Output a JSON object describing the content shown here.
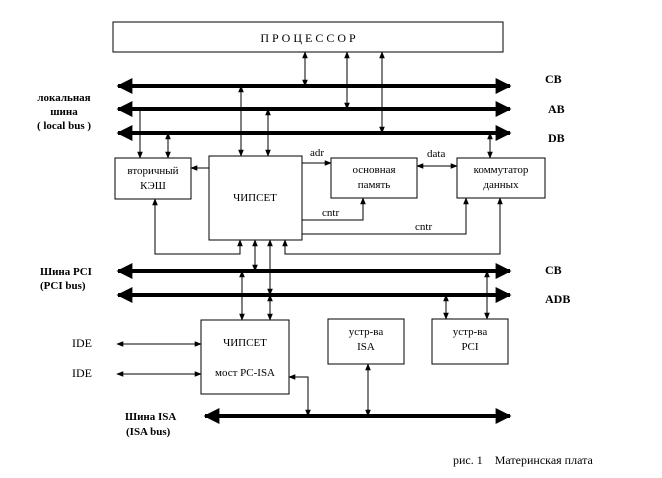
{
  "processor": "П Р О Ц Е С С О Р",
  "local_bus_label": [
    "локальная",
    "шина",
    "( local bus )"
  ],
  "bus_cb_top": "CB",
  "bus_ab": "AB",
  "bus_db": "DB",
  "cache": [
    "вторичный",
    "КЭШ"
  ],
  "chipset_top": "ЧИПСЕТ",
  "memory": [
    "основная",
    "память"
  ],
  "switch": [
    "коммутатор",
    "данных"
  ],
  "adr": "adr",
  "data": "data",
  "cntr_1": "cntr",
  "cntr_2": "cntr",
  "pci_label": [
    "Шина PCI",
    "(PCI bus)"
  ],
  "bus_cb_pci": "CB",
  "bus_adb": "ADB",
  "ide_1": "IDE",
  "ide_2": "IDE",
  "chipset_bottom": "ЧИПСЕТ",
  "bridge": "мост PC-ISA",
  "isa_device": [
    "устр-ва",
    "ISA"
  ],
  "pci_device": [
    "устр-ва",
    "PCI"
  ],
  "isa_label": [
    "Шина ISA",
    "(ISA bus)"
  ],
  "caption": "рис. 1    Материнская плата"
}
